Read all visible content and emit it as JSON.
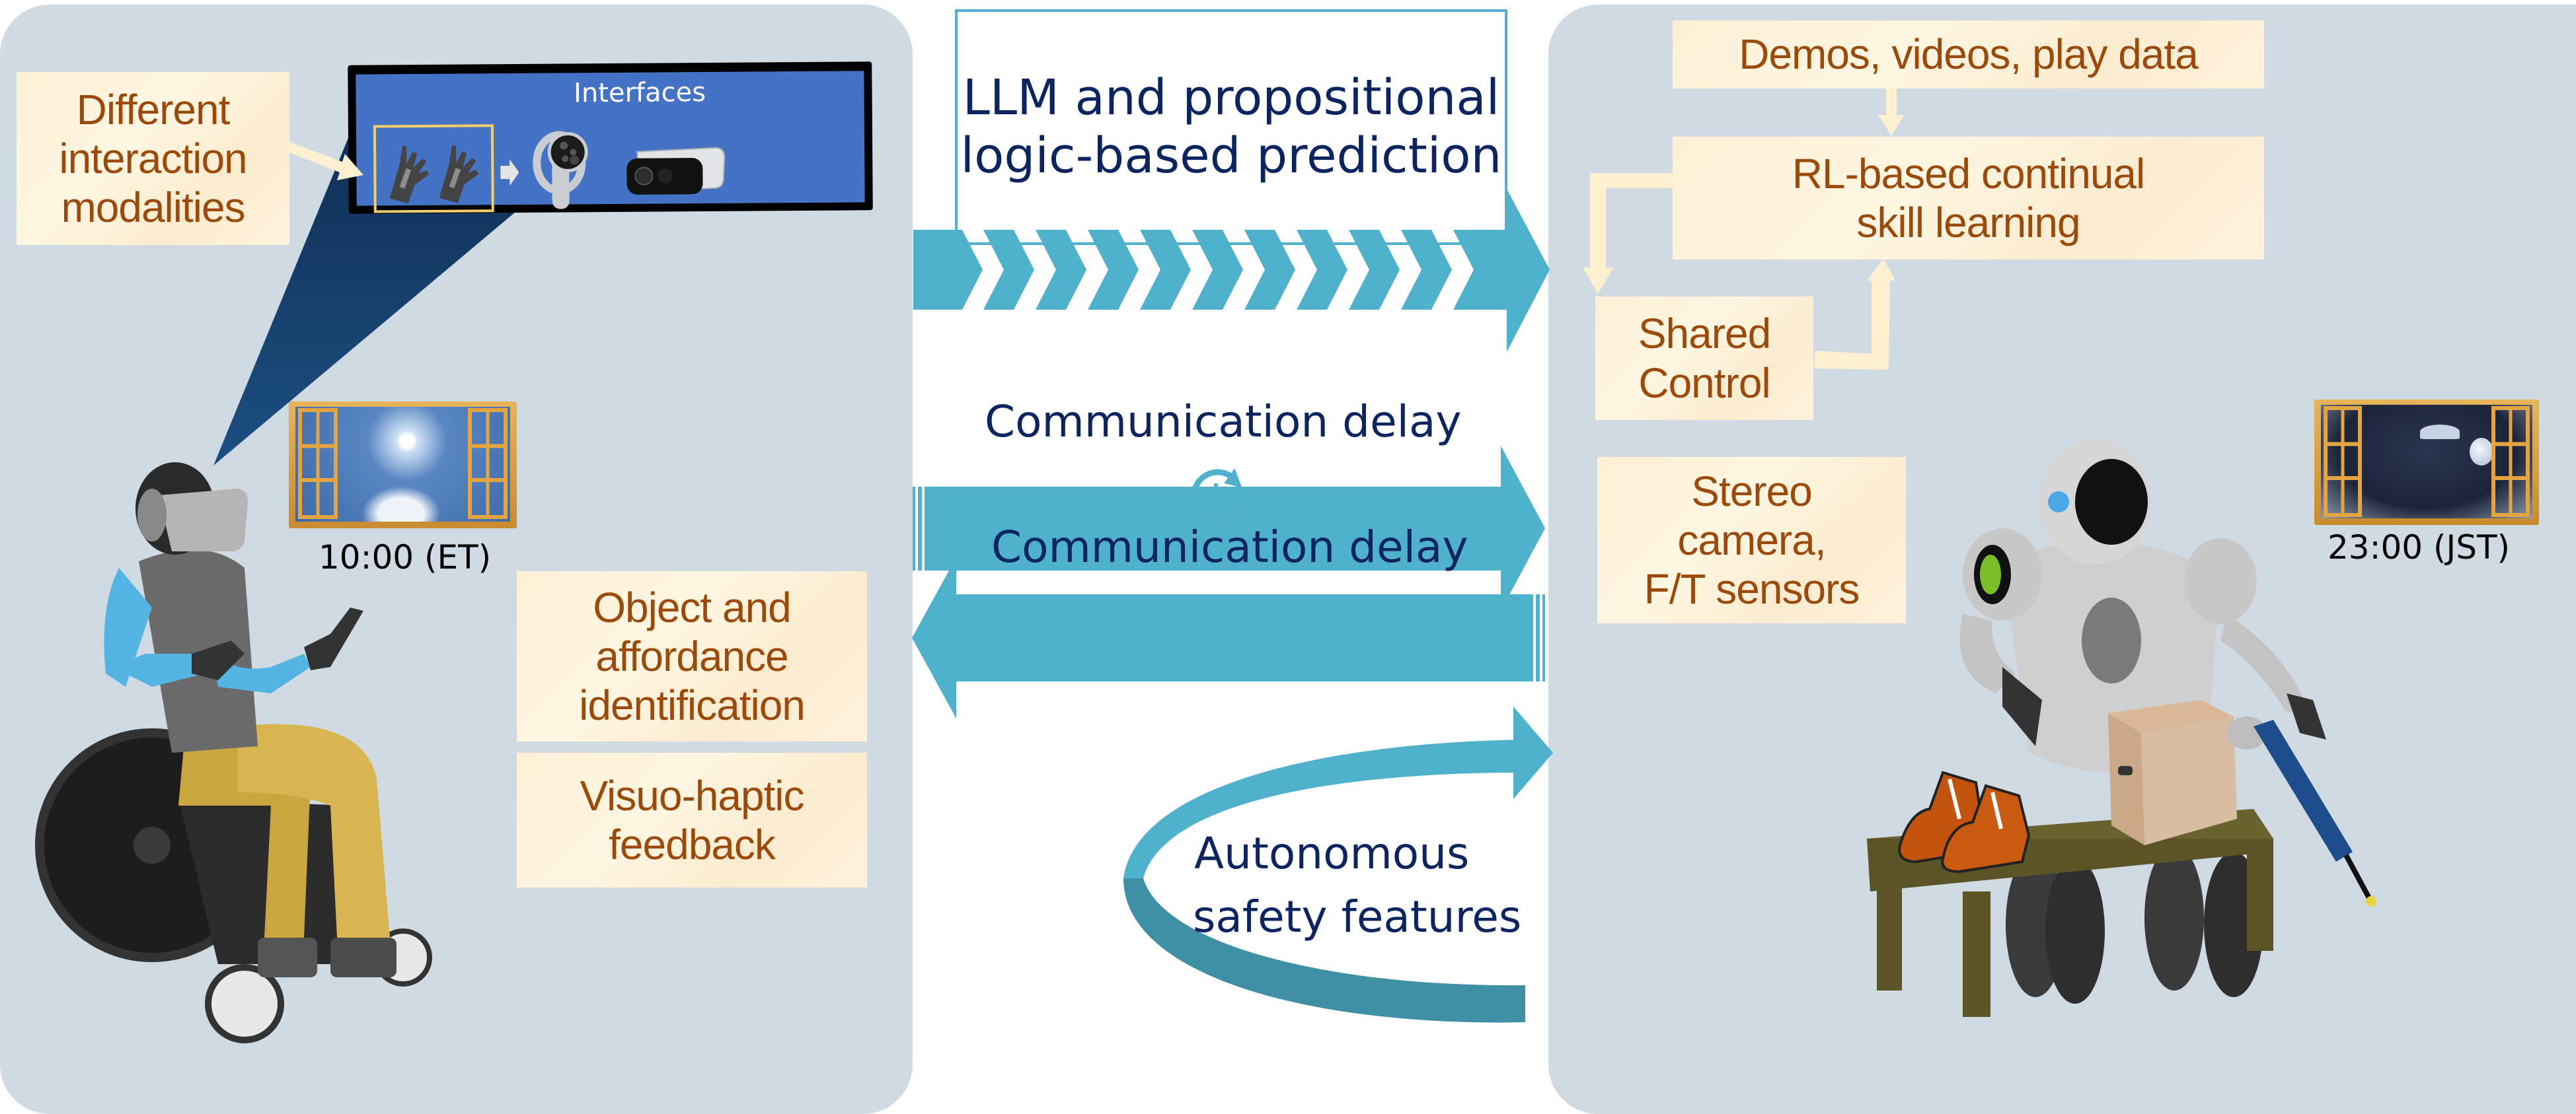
{
  "colors": {
    "panel_bg": "#cfdae3",
    "note_bg": "#fdf0d6",
    "note_text": "#9c4a0c",
    "arrow_teal": "#50b1cc",
    "arrow_teal_dark": "#3f8fa5",
    "navy_text": "#0c2460",
    "interfaces_bg": "#4472c4",
    "highlight_yellow": "#f2cf6a"
  },
  "operator_side": {
    "interfaces": {
      "title": "Interfaces",
      "devices": [
        "haptic-gloves",
        "vr-controller",
        "depth-camera"
      ]
    },
    "modalities_note": {
      "lines": [
        "Different",
        "interaction",
        "modalities"
      ]
    },
    "time_label": "10:00 (ET)",
    "window_scene": "day-sun",
    "object_note": {
      "lines": [
        "Object and",
        "affordance",
        "identification"
      ]
    },
    "feedback_note": {
      "lines": [
        "Visuo-haptic",
        "feedback"
      ]
    }
  },
  "middle": {
    "prediction_box": {
      "lines": [
        "LLM and propositional",
        "logic-based prediction"
      ]
    },
    "delay_forward": "Communication delay",
    "delay_backward": "Communication delay",
    "safety": {
      "lines": [
        "Autonomous",
        "safety features"
      ]
    }
  },
  "robot_side": {
    "demos_note": {
      "lines": [
        "Demos, videos, play data"
      ]
    },
    "rl_note": {
      "lines": [
        "RL-based continual",
        "skill learning"
      ]
    },
    "shared_note": {
      "lines": [
        "Shared",
        "Control"
      ]
    },
    "sensors_note": {
      "lines": [
        "Stereo",
        "camera,",
        "F/T sensors"
      ]
    },
    "time_label": "23:00 (JST)",
    "window_scene": "night-moon",
    "table_objects": [
      "shoes",
      "cardboard-box",
      "angle-grinder"
    ]
  }
}
